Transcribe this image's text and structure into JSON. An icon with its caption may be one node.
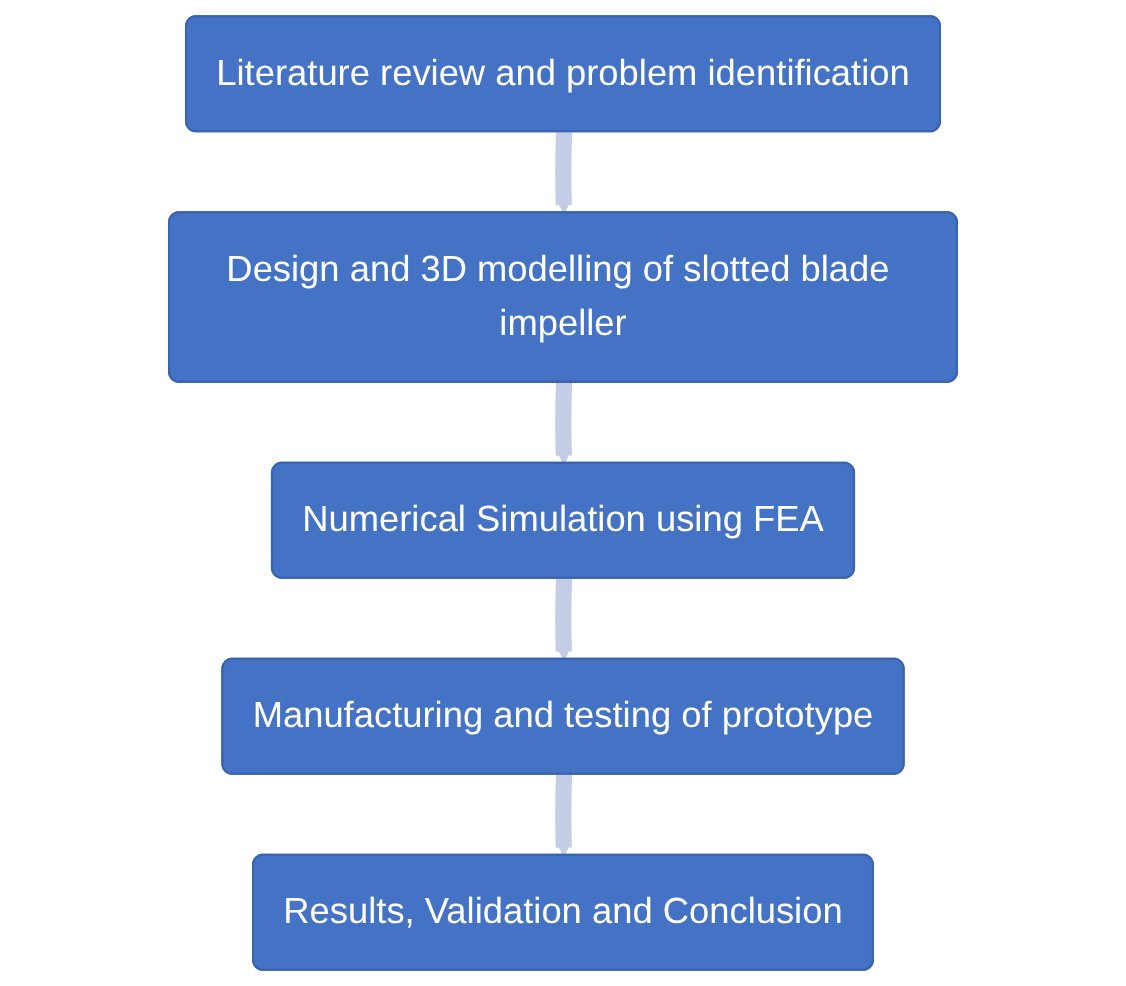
{
  "diagram": {
    "nodes": [
      {
        "text": [
          "Literature review and problem identification"
        ]
      },
      {
        "text": [
          "Design and 3D modelling of slotted blade impeller"
        ]
      },
      {
        "text": [
          "Numerical Simulation using FEA"
        ]
      },
      {
        "text": [
          "Manufacturing and testing of prototype"
        ]
      },
      {
        "text": [
          "Results, Validation and Conclusion"
        ]
      }
    ],
    "edges": [
      {
        "from": 0,
        "to": 1,
        "arrow": "to"
      },
      {
        "from": 1,
        "to": 2,
        "arrow": "to"
      },
      {
        "from": 2,
        "to": 3,
        "arrow": "to"
      },
      {
        "from": 3,
        "to": 4,
        "arrow": "to"
      }
    ]
  }
}
